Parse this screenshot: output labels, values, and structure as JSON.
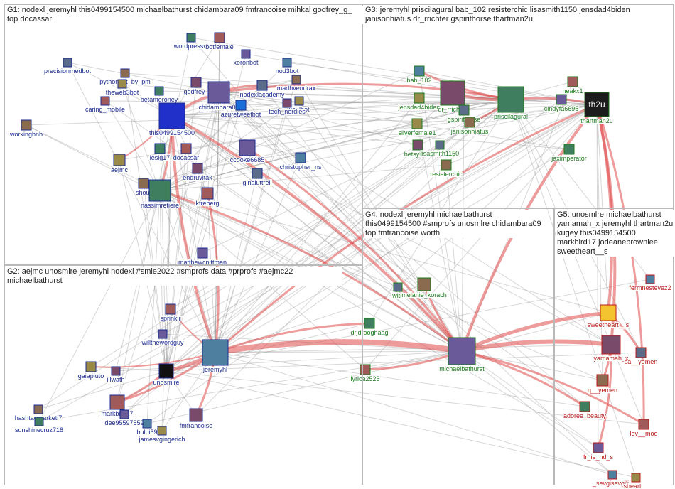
{
  "colors": {
    "edge_red": "#e04848",
    "edge_grey": "#8c8c8c",
    "label_blue": "#1a2b8c",
    "label_green": "#1d7a1d",
    "label_red": "#b81a1a",
    "box_border": "#b9b9b9"
  },
  "groups": [
    {
      "id": "G1",
      "title": "G1: nodexl jeremyhl this0499154500 michaelbathurst chidambara09 fmfrancoise mihkal godfrey_g_ top docassar"
    },
    {
      "id": "G3",
      "title": "G3: jeremyhl priscilagural bab_102 resisterchic lisasmith1150 jensdad4biden janisonhiatus dr_rrichter gspirithorse thartman2u"
    },
    {
      "id": "G2",
      "title": "G2: aejmc unosmlre jeremyhl nodexl #smle2022 #smprofs data #prprofs #aejmc22 michaelbathurst"
    },
    {
      "id": "G4",
      "title": "G4: nodexl jeremyhl michaelbathurst this0499154500 #smprofs unosmlre chidambara09 top fmfrancoise worth"
    },
    {
      "id": "G5",
      "title": "G5: unosmlre michaelbathurst yamamah_x jeremyhl thartman2u kugey this0499154500 markbird17 jodeanebrownlee sweetheart__s"
    }
  ],
  "nodes": [
    {
      "label": "precisionmedbot",
      "group": "G1",
      "icon": "avatar"
    },
    {
      "label": "pythonbot_by_pm",
      "group": "G1",
      "icon": "bot-avatar"
    },
    {
      "label": "wordpressvt",
      "group": "G1",
      "icon": "wordpress-logo"
    },
    {
      "label": "botfemale",
      "group": "G1",
      "icon": "avatar"
    },
    {
      "label": "xeronbot",
      "group": "G1",
      "icon": "bot-avatar"
    },
    {
      "label": "nod3bot",
      "group": "G1",
      "icon": "bot-avatar"
    },
    {
      "label": "theweb3bot",
      "group": "G1",
      "icon": "bot-avatar"
    },
    {
      "label": "godfrey_",
      "group": "G1",
      "icon": "avatar"
    },
    {
      "label": "nodexlacademy",
      "group": "G1",
      "icon": "avatar"
    },
    {
      "label": "madhvendrax",
      "group": "G1",
      "icon": "avatar"
    },
    {
      "label": "betamoroney",
      "group": "G1",
      "icon": "avatar"
    },
    {
      "label": "caring_mobile",
      "group": "G1",
      "icon": "avatar"
    },
    {
      "label": "chidambara09",
      "group": "G1",
      "icon": "elephant-avatar"
    },
    {
      "label": "azuretweetbot",
      "group": "G1",
      "icon": "azure-logo"
    },
    {
      "label": "xaelbot",
      "group": "G1",
      "icon": "bot-avatar"
    },
    {
      "label": "tech_nerdies",
      "group": "G1",
      "icon": "avatar"
    },
    {
      "label": "this0499154500",
      "group": "G1",
      "icon": "neon-avatar"
    },
    {
      "label": "workingbnb",
      "group": "G1",
      "icon": "avatar"
    },
    {
      "label": "lesig17",
      "group": "G1",
      "icon": "avatar"
    },
    {
      "label": "docassar",
      "group": "G1",
      "icon": "avatar"
    },
    {
      "label": "ccooke6685",
      "group": "G1",
      "icon": "avatar"
    },
    {
      "label": "christopher_ns",
      "group": "G1",
      "icon": "avatar"
    },
    {
      "label": "aejmc",
      "group": "G1",
      "icon": "logo"
    },
    {
      "label": "endruvitak",
      "group": "G1",
      "icon": "avatar"
    },
    {
      "label": "ginaluttrell",
      "group": "G1",
      "icon": "avatar"
    },
    {
      "label": "shout",
      "group": "G1",
      "icon": "avatar"
    },
    {
      "label": "nassimretiere",
      "group": "G1",
      "icon": "avatar"
    },
    {
      "label": "kfreberg",
      "group": "G1",
      "icon": "avatar"
    },
    {
      "label": "matthewcpittman",
      "group": "G1",
      "icon": "avatar"
    },
    {
      "label": "bab_102",
      "group": "G3",
      "icon": "avatar"
    },
    {
      "label": "jensdad4biden",
      "group": "G3",
      "icon": "avatar"
    },
    {
      "label": "dr_rrichter",
      "group": "G3",
      "icon": "avatar"
    },
    {
      "label": "gspirithorse",
      "group": "G3",
      "icon": "avatar"
    },
    {
      "label": "janisonhiatus",
      "group": "G3",
      "icon": "avatar"
    },
    {
      "label": "priscilagural",
      "group": "G3",
      "icon": "avatar"
    },
    {
      "label": "neakx1",
      "group": "G3",
      "icon": "avatar"
    },
    {
      "label": "cindyfa6695",
      "group": "G3",
      "icon": "avatar"
    },
    {
      "label": "thartman2u",
      "group": "G3",
      "icon": "th2u-avatar"
    },
    {
      "label": "silverfemale1",
      "group": "G3",
      "icon": "avatar"
    },
    {
      "label": "betsyblue",
      "group": "G3",
      "icon": "avatar"
    },
    {
      "label": "lisasmith1150",
      "group": "G3",
      "icon": "avatar"
    },
    {
      "label": "resisterchic",
      "group": "G3",
      "icon": "avatar"
    },
    {
      "label": "jaximperator",
      "group": "G3",
      "icon": "avatar"
    },
    {
      "label": "sprinklr",
      "group": "G2",
      "icon": "logo"
    },
    {
      "label": "willthewordguy",
      "group": "G2",
      "icon": "avatar"
    },
    {
      "label": "jeremyhl",
      "group": "G2",
      "icon": "avatar"
    },
    {
      "label": "gaiapluto",
      "group": "G2",
      "icon": "avatar"
    },
    {
      "label": "illwath",
      "group": "G2",
      "icon": "avatar"
    },
    {
      "label": "unosmlre",
      "group": "G2",
      "icon": "uno-logo"
    },
    {
      "label": "hashtagmarketi7",
      "group": "G2",
      "icon": "avatar"
    },
    {
      "label": "sunshinecruz718",
      "group": "G2",
      "icon": "avatar"
    },
    {
      "label": "markbird17",
      "group": "G2",
      "icon": "avatar"
    },
    {
      "label": "dee95597559",
      "group": "G2",
      "icon": "avatar"
    },
    {
      "label": "bulbi59",
      "group": "G2",
      "icon": "avatar"
    },
    {
      "label": "jamesvgingerich",
      "group": "G2",
      "icon": "avatar"
    },
    {
      "label": "fmfrancoise",
      "group": "G2",
      "icon": "avatar"
    },
    {
      "label": "witc",
      "group": "G4",
      "icon": "avatar"
    },
    {
      "label": "melanie_korach",
      "group": "G4",
      "icon": "avatar"
    },
    {
      "label": "drjdrooghaag",
      "group": "G4",
      "icon": "avatar"
    },
    {
      "label": "lyrica2525",
      "group": "G4",
      "icon": "avatar"
    },
    {
      "label": "michaelbathurst",
      "group": "G4",
      "icon": "avatar"
    },
    {
      "label": "fermnestevez2",
      "group": "G5",
      "icon": "avatar"
    },
    {
      "label": "sweetheart__s",
      "group": "G5",
      "icon": "emoji-avatar"
    },
    {
      "label": "yamamah_x",
      "group": "G5",
      "icon": "avatar"
    },
    {
      "label": "sa__yemen",
      "group": "G5",
      "icon": "avatar"
    },
    {
      "label": "q__yemen",
      "group": "G5",
      "icon": "avatar"
    },
    {
      "label": "adoree_beauty",
      "group": "G5",
      "icon": "avatar"
    },
    {
      "label": "lov__moo",
      "group": "G5",
      "icon": "avatar"
    },
    {
      "label": "fr_ie_nd_s",
      "group": "G5",
      "icon": "avatar"
    },
    {
      "label": "_sevgisevgili_",
      "group": "G5",
      "icon": "avatar"
    },
    {
      "label": "sheart__",
      "group": "G5",
      "icon": "avatar"
    }
  ]
}
